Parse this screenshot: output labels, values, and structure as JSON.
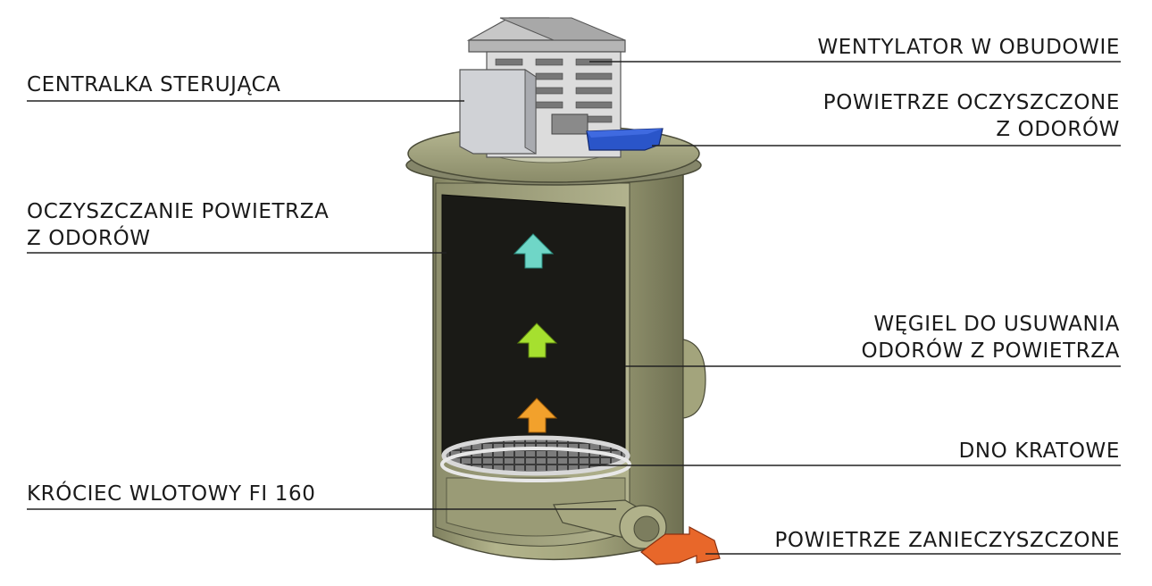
{
  "labels": {
    "centralka": "CENTRALKA STERUJĄCA",
    "oczyszczanie_l1": "OCZYSZCZANIE POWIETRZA",
    "oczyszczanie_l2": "Z ODORÓW",
    "krociec": "KRÓCIEC WLOTOWY FI 160",
    "wentylator": "WENTYLATOR W OBUDOWIE",
    "powietrze_oczyszczone_l1": "POWIETRZE OCZYSZCZONE",
    "powietrze_oczyszczone_l2": "Z ODORÓW",
    "wegiel_l1": "WĘGIEL DO USUWANIA",
    "wegiel_l2": "ODORÓW Z POWIETRZA",
    "dno": "DNO KRATOWE",
    "powietrze_zanieczyszczone": "POWIETRZE ZANIECZYSZCZONE"
  },
  "colors": {
    "tank_body": "#a9aa82",
    "tank_dark": "#7f805f",
    "carbon_fill": "#1a1a16",
    "housing": "#d6d6d6",
    "control_box": "#d0d2d6",
    "clean_air_outlet": "#2a55c9",
    "dirty_air_arrow": "#e8672a",
    "flow_arrow_top": "#6fd6c7",
    "flow_arrow_mid": "#a6e02f",
    "flow_arrow_low": "#f2a12c"
  }
}
